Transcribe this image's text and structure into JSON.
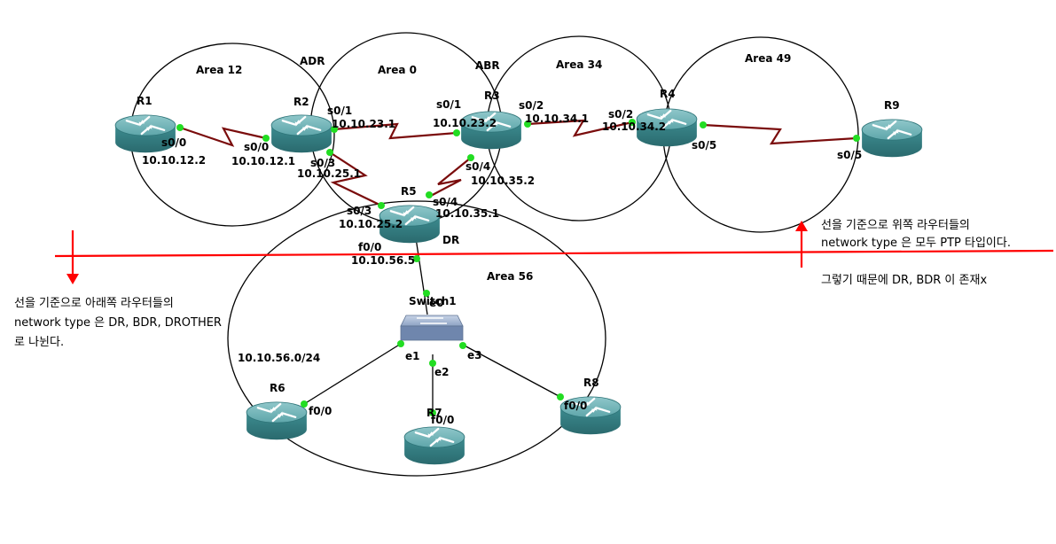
{
  "areas": {
    "area12": "Area 12",
    "area0": "Area 0",
    "area34": "Area 34",
    "area49": "Area 49",
    "area56": "Area 56"
  },
  "roles": {
    "adr": "ADR",
    "abr": "ABR",
    "dr": "DR"
  },
  "routers": {
    "r1": "R1",
    "r2": "R2",
    "r3": "R3",
    "r4": "R4",
    "r5": "R5",
    "r6": "R6",
    "r7": "R7",
    "r8": "R8",
    "r9": "R9"
  },
  "switch": "Switch1",
  "interfaces": {
    "r1_s00": "s0/0",
    "r1_ip": "10.10.12.2",
    "r2_s00": "s0/0",
    "r2_ip12": "10.10.12.1",
    "r2_s01": "s0/1",
    "r2_ip23": "10.10.23.1",
    "r2_s03": "s0/3",
    "r2_ip25": "10.10.25.1",
    "r3_s01": "s0/1",
    "r3_ip23": "10.10.23.2",
    "r3_s02": "s0/2",
    "r3_ip34": "10.10.34.1",
    "r3_s04": "s0/4",
    "r3_ip35": "10.10.35.2",
    "r4_s02": "s0/2",
    "r4_ip34": "10.10.34.2",
    "r4_s05": "s0/5",
    "r9_s05": "s0/5",
    "r5_s03": "s0/3",
    "r5_ip25": "10.10.25.2",
    "r5_s04": "s0/4",
    "r5_ip35": "10.10.35.1",
    "r5_f00": "f0/0",
    "r5_ip56": "10.10.56.5",
    "sw_e0": "e0",
    "sw_e1": "e1",
    "sw_e2": "e2",
    "sw_e3": "e3",
    "r6_f00": "f0/0",
    "r7_f00": "f0/0",
    "r8_f00": "f0/0"
  },
  "subnet_label": "10.10.56.0/24",
  "notes": {
    "below_line1": "선을 기준으로 아래쪽 라우터들의",
    "below_line2": "network type 은 DR, BDR, DROTHER",
    "below_line3": "로 나뉜다.",
    "above_line1": "선을 기준으로 위쪽 라우터들의",
    "above_line2": "network type 은 모두 PTP 타입이다.",
    "above_line3": "그렇기 때문에 DR, BDR 이 존재x"
  },
  "colors": {
    "serial_link": "#7a0c0c",
    "divider_line": "#ff0000",
    "interface_dot": "#22dd22",
    "router_body": "#3f8f93"
  }
}
